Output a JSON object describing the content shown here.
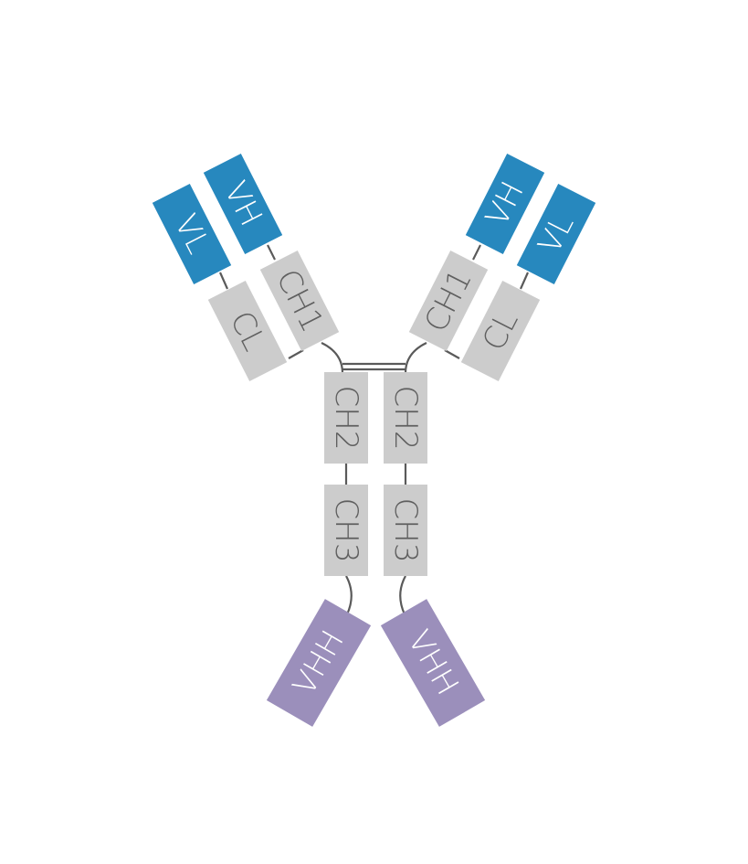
{
  "colors": {
    "variable": "#2788be",
    "constant": "#cccccc",
    "vhh": "#9b8fbb",
    "linker": "#5a5a5a"
  },
  "labels": {
    "vl": "VL",
    "vh": "VH",
    "cl": "CL",
    "ch1": "CH1",
    "ch2": "CH2",
    "ch3": "CH3",
    "vhh": "VHH"
  }
}
